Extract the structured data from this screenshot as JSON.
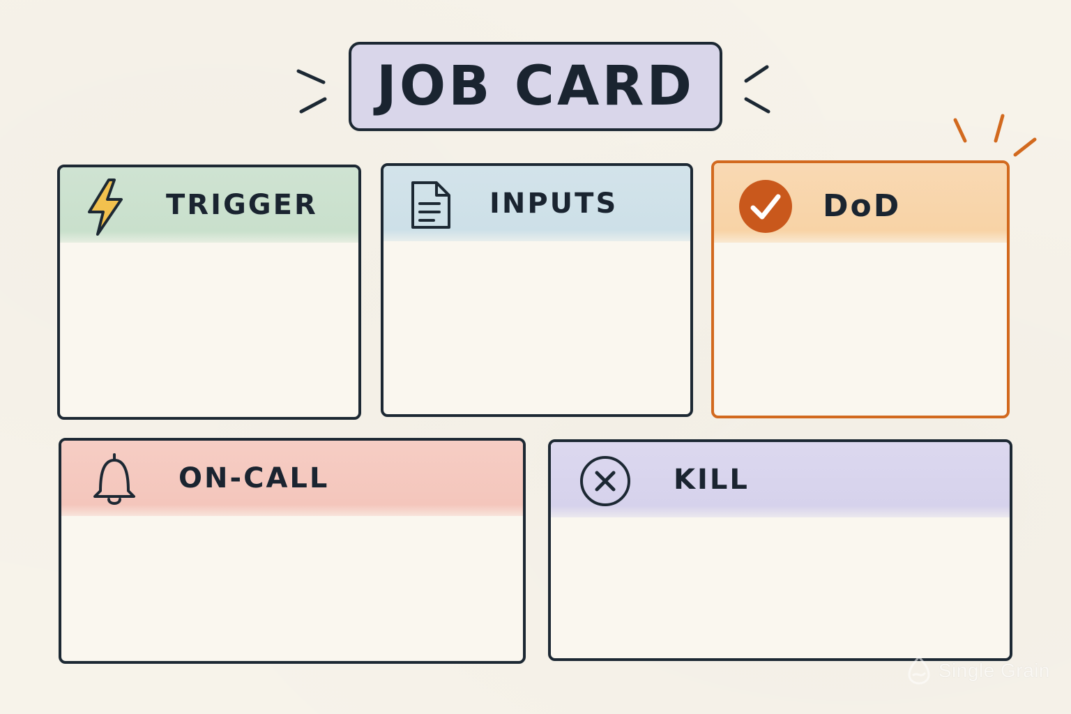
{
  "title": "JOB CARD",
  "cards": [
    {
      "id": "trigger",
      "label": "TRIGGER",
      "icon": "lightning-bolt-icon",
      "header_color": "#cfe3d2",
      "border_color": "#1c2833"
    },
    {
      "id": "inputs",
      "label": "INPUTS",
      "icon": "document-icon",
      "header_color": "#d3e3ea",
      "border_color": "#1c2833"
    },
    {
      "id": "dod",
      "label": "DoD",
      "icon": "checkmark-circle-icon",
      "header_color": "#f9d9b3",
      "border_color": "#d2691e"
    },
    {
      "id": "on-call",
      "label": "ON-CALL",
      "icon": "bell-icon",
      "header_color": "#f6cdc4",
      "border_color": "#1c2833"
    },
    {
      "id": "kill",
      "label": "KILL",
      "icon": "x-circle-icon",
      "header_color": "#dcd8ef",
      "border_color": "#1c2833"
    }
  ],
  "watermark": "Single Grain",
  "colors": {
    "ink": "#1c2833",
    "paper": "#f7f3ea",
    "accent_orange": "#d2691e",
    "bolt_yellow": "#f2c14e"
  }
}
